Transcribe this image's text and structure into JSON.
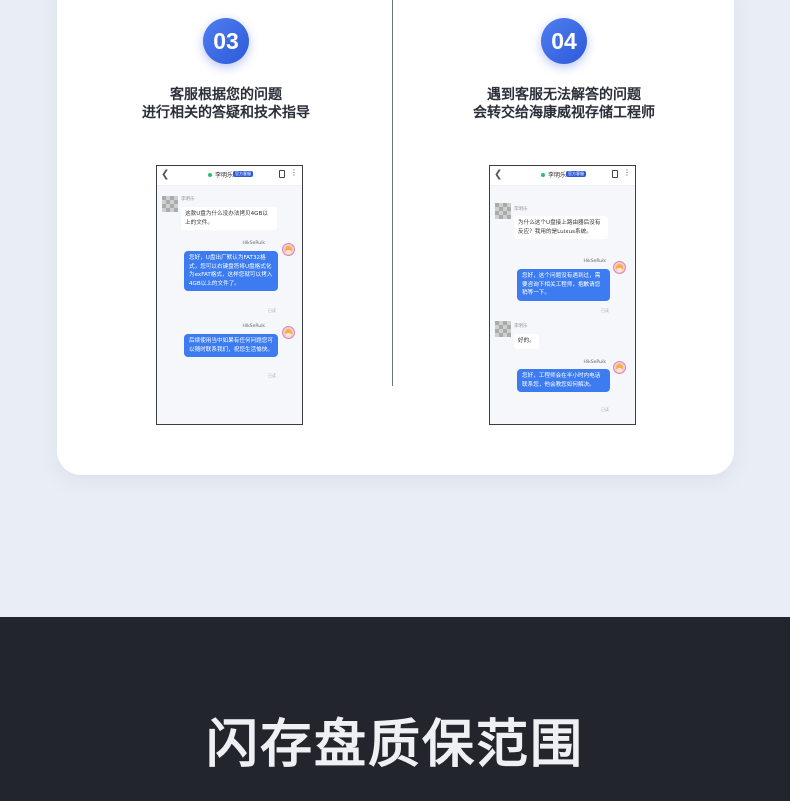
{
  "steps": [
    {
      "number": "03",
      "title_line1": "客服根据您的问题",
      "title_line2": "进行相关的答疑和技术指导",
      "chat": {
        "contact_name": "李明乐",
        "tag": "官方客服",
        "messages": [
          {
            "from": "user",
            "sender": "李明乐",
            "text": "这款U盘为什么没办法拷贝4GB以上的文件。"
          },
          {
            "from": "cs",
            "sender": "HikSeRuik",
            "text": "您好，U盘出厂默认为FAT32格式，您可以右键盘符将U盘格式化为exFAT格式，这样您就可以拷入4GB以上的文件了。",
            "status": "已读"
          },
          {
            "from": "cs",
            "sender": "HikSeRuik",
            "text": "后续使用当中如果有任何问题您可以随时联系我们，祝您生活愉快。",
            "status": "已读"
          }
        ]
      }
    },
    {
      "number": "04",
      "title_line1": "遇到客服无法解答的问题",
      "title_line2": "会转交给海康威视存储工程师",
      "chat": {
        "contact_name": "李明乐",
        "tag": "官方客服",
        "messages": [
          {
            "from": "user",
            "sender": "李明乐",
            "text": "为什么这个U盘接上路由器后没有反应？我用的是Luixus系统。"
          },
          {
            "from": "cs",
            "sender": "HikSeRuik",
            "text": "您好，这个问题没有遇到过，需要咨询下相关工程师，抱歉请您稍等一下。",
            "status": "已读"
          },
          {
            "from": "user",
            "sender": "李明乐",
            "text": "好的。"
          },
          {
            "from": "cs",
            "sender": "HikSeRuik",
            "text": "您好，工程师会在半小时内电话联系您，他会教您如何解决。",
            "status": "已读"
          }
        ]
      }
    }
  ],
  "band": {
    "title": "闪存盘质保范围"
  },
  "colors": {
    "accent": "#3c7cf0",
    "background": "#e9edf5",
    "band": "#23252c"
  }
}
